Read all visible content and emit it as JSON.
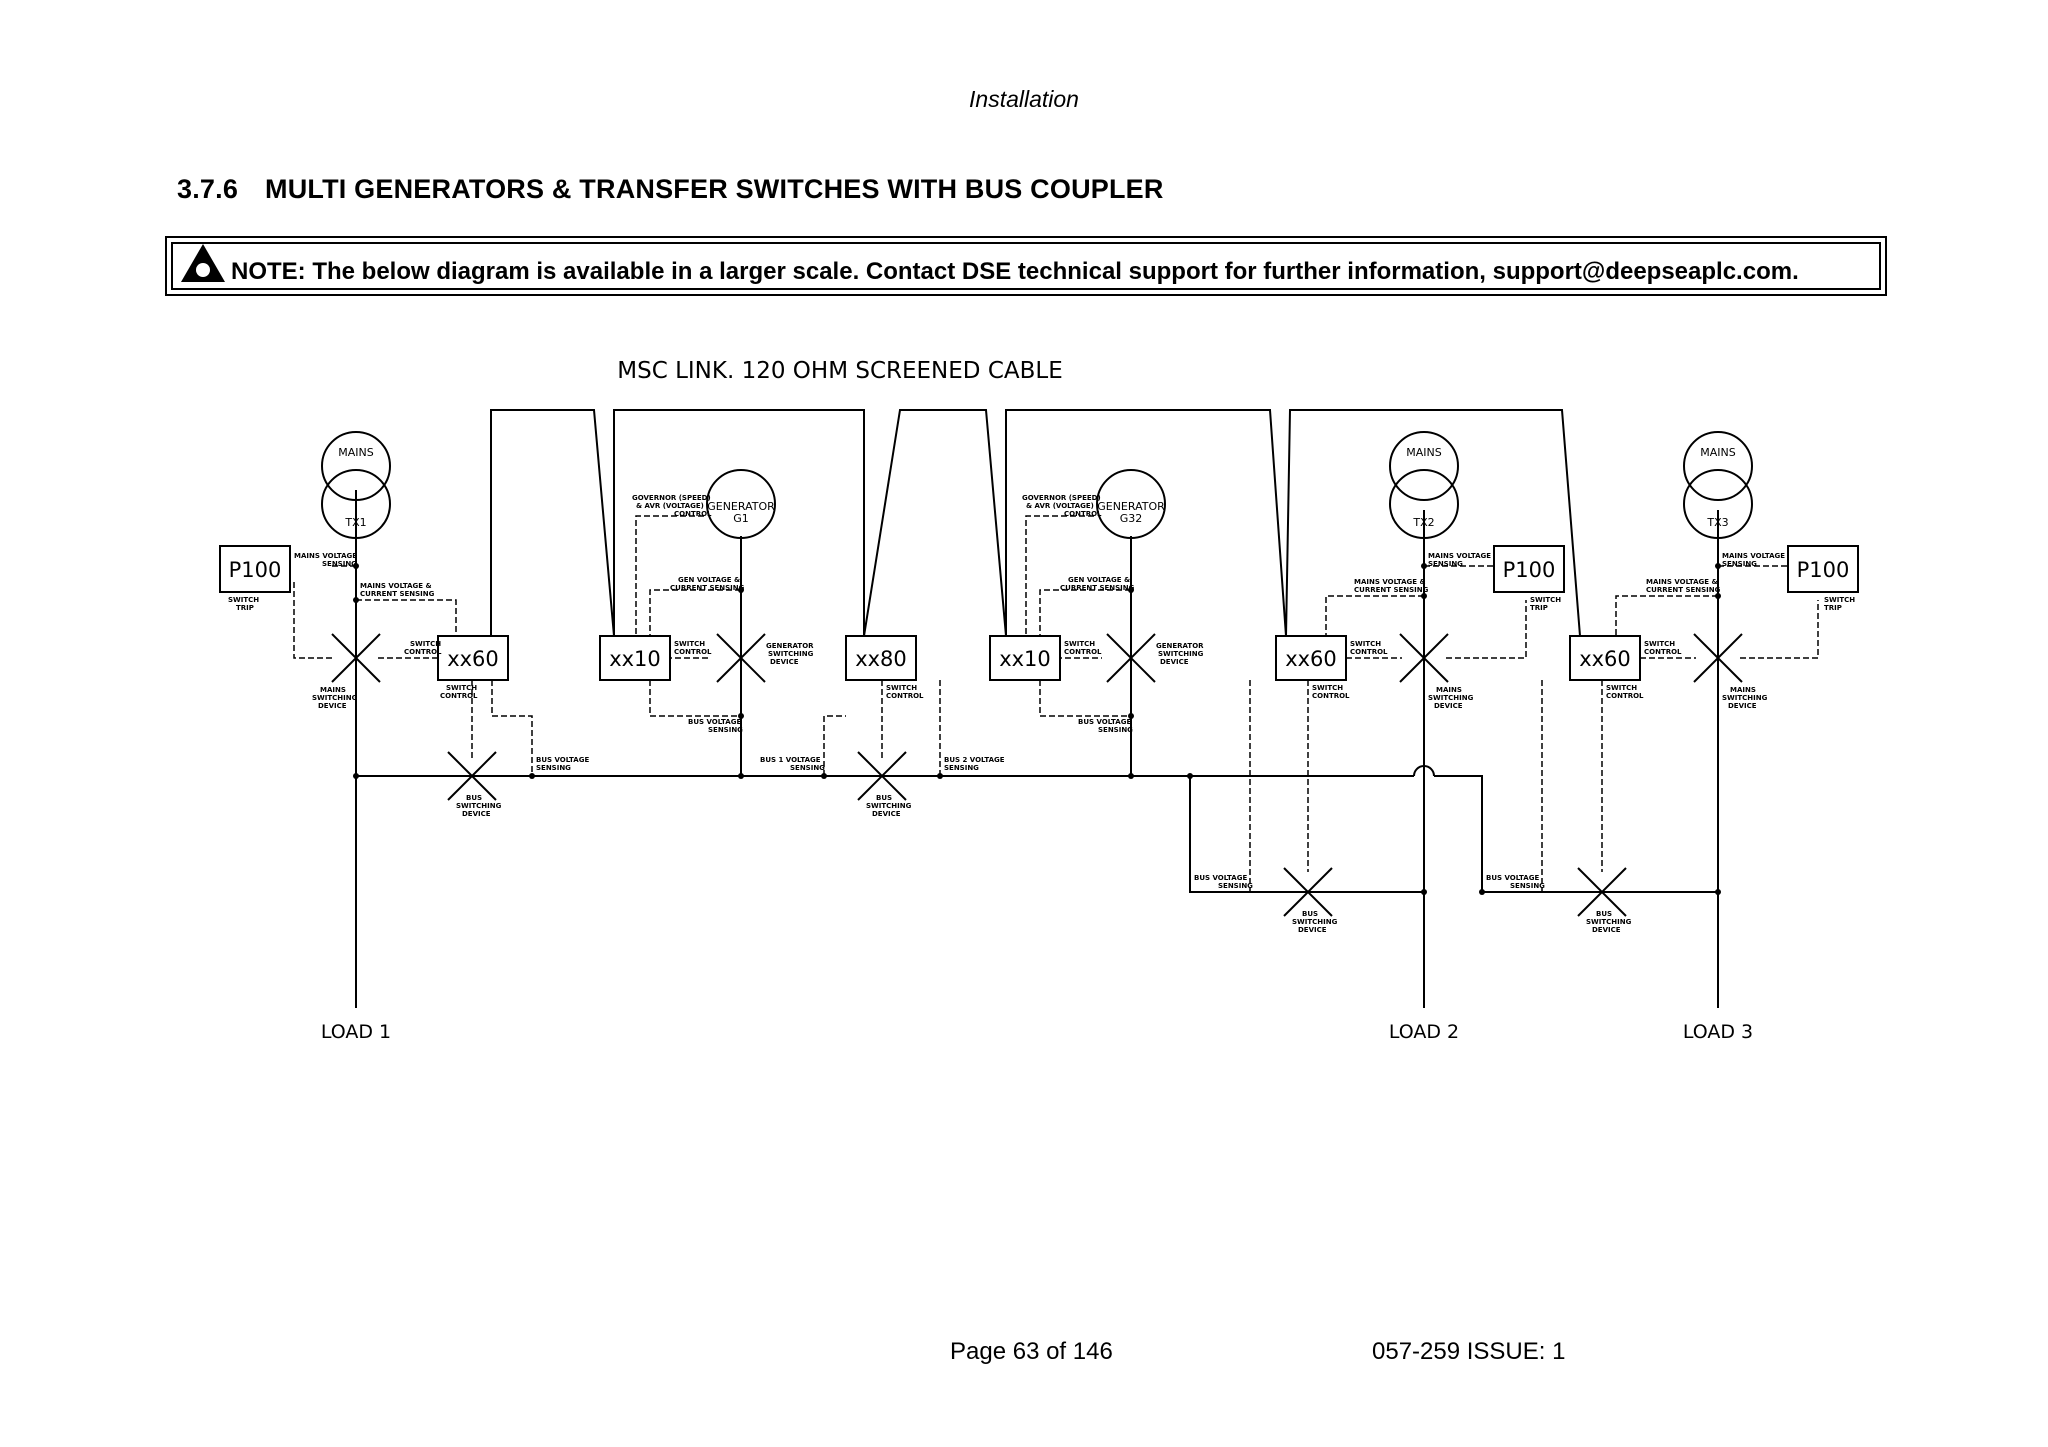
{
  "header": {
    "title": "Installation"
  },
  "section": {
    "number": "3.7.6",
    "title": "MULTI GENERATORS & TRANSFER SWITCHES WITH BUS COUPLER"
  },
  "note": {
    "text": "NOTE: The below diagram is available in a larger scale. Contact DSE technical support for further information, support@deepseaplc.com."
  },
  "diagram": {
    "cable_label": "MSC LINK. 120 OHM SCREENED CABLE",
    "mains_label": "MAINS",
    "transformers": [
      "TX1",
      "TX2",
      "TX3"
    ],
    "generators": [
      {
        "label": "GENERATOR",
        "id": "G1"
      },
      {
        "label": "GENERATOR",
        "id": "G32"
      }
    ],
    "controllers": {
      "p100": "P100",
      "xx60": "xx60",
      "xx10": "xx10",
      "xx80": "xx80"
    },
    "loads": [
      "LOAD 1",
      "LOAD 2",
      "LOAD 3"
    ],
    "labels": {
      "mains_voltage_sensing": [
        "MAINS VOLTAGE",
        "SENSING"
      ],
      "mains_voltage_current_sensing": [
        "MAINS VOLTAGE &",
        "CURRENT SENSING"
      ],
      "switch_trip": [
        "SWITCH",
        "TRIP"
      ],
      "switch_control": [
        "SWITCH",
        "CONTROL"
      ],
      "mains_switching_device": [
        "MAINS",
        "SWITCHING",
        "DEVICE"
      ],
      "bus_switching_device": [
        "BUS",
        "SWITCHING",
        "DEVICE"
      ],
      "generator_switching_device": [
        "GENERATOR",
        "SWITCHING",
        "DEVICE"
      ],
      "governor_avr_control": [
        "GOVERNOR (SPEED)",
        "& AVR (VOLTAGE)",
        "CONTROL"
      ],
      "gen_voltage_current_sensing": [
        "GEN VOLTAGE &",
        "CURRENT SENSING"
      ],
      "bus_voltage_sensing": [
        "BUS VOLTAGE",
        "SENSING"
      ],
      "bus1_voltage_sensing": [
        "BUS 1 VOLTAGE",
        "SENSING"
      ],
      "bus2_voltage_sensing": [
        "BUS 2 VOLTAGE",
        "SENSING"
      ]
    }
  },
  "footer": {
    "page": "Page 63 of 146",
    "doc": "057-259   ISSUE: 1"
  }
}
